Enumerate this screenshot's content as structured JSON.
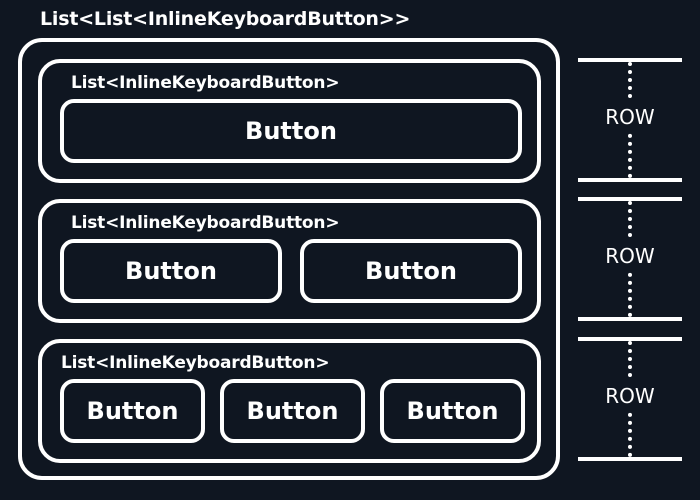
{
  "outer_label": "List<List<InlineKeyboardButton>>",
  "rows": [
    {
      "label": "List<InlineKeyboardButton>",
      "buttons": [
        "Button"
      ]
    },
    {
      "label": "List<InlineKeyboardButton>",
      "buttons": [
        "Button",
        "Button"
      ]
    },
    {
      "label": "List<InlineKeyboardButton>",
      "buttons": [
        "Button",
        "Button",
        "Button"
      ]
    }
  ],
  "row_markers": [
    "ROW",
    "ROW",
    "ROW"
  ],
  "colors": {
    "background": "#0f1621",
    "stroke": "#ffffff"
  }
}
